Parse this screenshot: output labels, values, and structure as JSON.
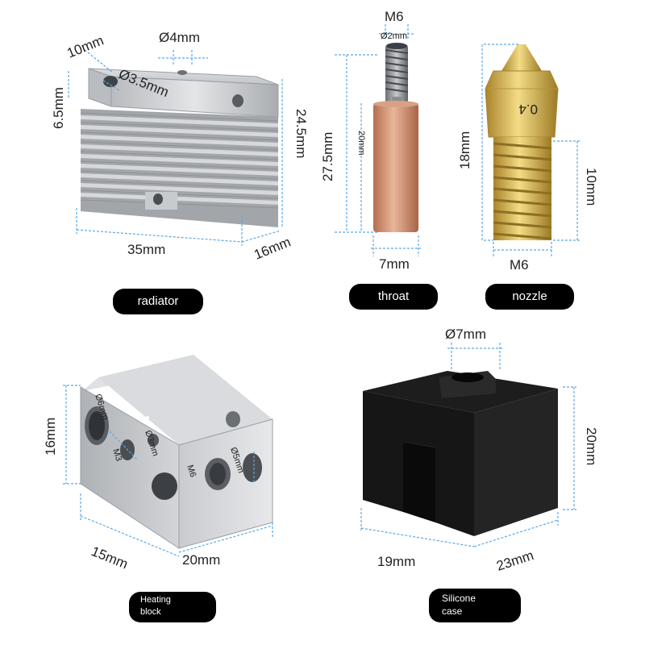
{
  "labels": {
    "radiator": "radiator",
    "throat": "throat",
    "nozzle": "nozzle",
    "heating_block_line1": "Heating",
    "heating_block_line2": "block",
    "silicone_case_line1": "Silicone",
    "silicone_case_line2": "case"
  },
  "dimensions": {
    "radiator": {
      "hole_top": "Ø4mm",
      "depth_top": "10mm",
      "height_side": "6.5mm",
      "hole_side": "Ø3.5mm",
      "height": "24.5mm",
      "width": "35mm",
      "depth": "16mm"
    },
    "throat": {
      "thread": "M6",
      "bore": "Ø2mm",
      "total_length": "27.5mm",
      "tube_length": "20mm",
      "diameter": "7mm"
    },
    "nozzle": {
      "length": "18mm",
      "thread_length": "10mm",
      "thread": "M6",
      "engraving": "0.4"
    },
    "heating_block": {
      "height": "16mm",
      "depth": "15mm",
      "width": "20mm",
      "hole_a": "Ø6mm",
      "hole_b": "M3",
      "hole_c": "Ø3mm",
      "hole_d": "M6",
      "hole_e": "Ø5mm"
    },
    "silicone_case": {
      "hole": "Ø7mm",
      "height": "20mm",
      "depth": "19mm",
      "width": "23mm"
    }
  },
  "colors": {
    "dimension_line": "#5aa9e6",
    "label_bg": "#000000",
    "label_text": "#ffffff",
    "aluminum": "#c9cbce",
    "copper": "#c98a6a",
    "brass": "#d8b64a",
    "silicone": "#121212"
  }
}
